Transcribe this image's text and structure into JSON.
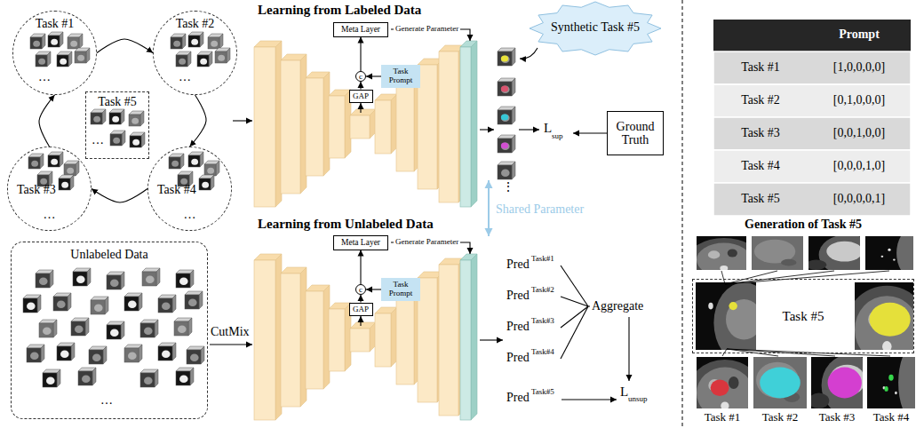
{
  "diagram": {
    "nodes": [
      {
        "text": [
          "Task #1",
          "…"
        ]
      },
      {
        "text": [
          "Task #2",
          "…"
        ]
      },
      {
        "text": [
          "Task #3",
          "…"
        ]
      },
      {
        "text": [
          "Task #4",
          "…"
        ]
      },
      {
        "text": [
          "Task #5",
          "…"
        ]
      },
      {
        "text": [
          "Meta Layer"
        ]
      },
      {
        "text": [
          "c"
        ]
      },
      {
        "text": [
          "Task Prompt"
        ]
      },
      {
        "text": [
          "GAP"
        ]
      },
      {
        "text": [
          "Synthetic Task #5"
        ]
      },
      {
        "text": [
          "Ground Truth"
        ]
      },
      {
        "text": [
          "Unlabeled Data",
          "…"
        ]
      },
      {
        "text": [
          "Meta Layer"
        ]
      },
      {
        "text": [
          "c"
        ]
      },
      {
        "text": [
          "Task Prompt"
        ]
      },
      {
        "text": [
          "GAP"
        ]
      },
      {
        "text": [
          "Task #5"
        ]
      }
    ],
    "edges": [
      {
        "from": 0,
        "to": 1,
        "arrow": "to"
      },
      {
        "from": 1,
        "to": 3,
        "arrow": "to"
      },
      {
        "from": 3,
        "to": 2,
        "arrow": "to"
      },
      {
        "from": 2,
        "to": 0,
        "arrow": "to"
      },
      {
        "from": 8,
        "to": 6,
        "arrow": "to"
      },
      {
        "from": 7,
        "to": 6,
        "arrow": "to"
      },
      {
        "from": 6,
        "to": 5,
        "arrow": "to"
      },
      {
        "from": 15,
        "to": 13,
        "arrow": "to"
      },
      {
        "from": 14,
        "to": 13,
        "arrow": "to"
      },
      {
        "from": 13,
        "to": 12,
        "arrow": "to"
      }
    ],
    "labels": [
      "Learning from Labeled Data",
      "Generate Parameter",
      "L",
      "sup",
      "⋮",
      "Shared Parameter",
      "Learning from Unlabeled Data",
      "Generate Parameter",
      "CutMix",
      "Pred",
      "Task#1",
      "Pred",
      "Task#2",
      "Pred",
      "Task#3",
      "Pred",
      "Task#4",
      "Aggregate",
      "Pred",
      "Task#5",
      "L",
      "unsup",
      "Prompt",
      "Task #1",
      "[1,0,0,0,0]",
      "Task #2",
      "[0,1,0,0,0]",
      "Task #3",
      "[0,0,1,0,0]",
      "Task #4",
      "[0,0,0,1,0]",
      "Task #5",
      "[0,0,0,0,1]",
      "Generation of Task #5",
      "Task #1",
      "Task #2",
      "Task #3",
      "Task #4"
    ]
  }
}
